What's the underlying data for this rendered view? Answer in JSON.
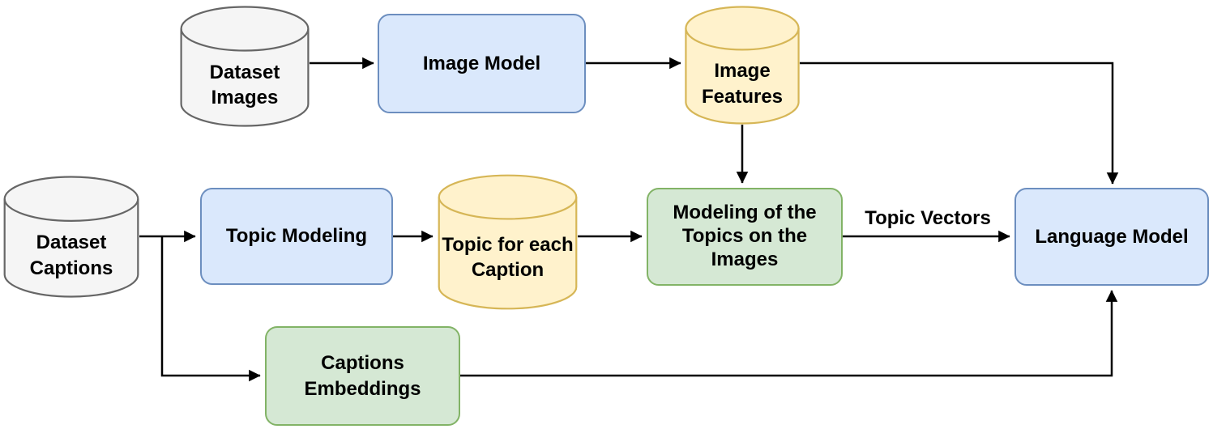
{
  "diagram": {
    "background": "#ffffff",
    "palette": {
      "background": "#ffffff",
      "gray_fill": "#f5f5f5",
      "gray_stroke": "#666666",
      "blue_fill": "#dae8fc",
      "blue_stroke": "#6c8ebf",
      "yellow_fill": "#fff2cc",
      "yellow_stroke": "#d6b656",
      "green_fill": "#d5e8d4",
      "green_stroke": "#82b366",
      "line_color": "#000000",
      "text_color": "#000000"
    },
    "nodes": {
      "dataset_images": {
        "shape": "cylinder",
        "color": "gray",
        "line1": "Dataset",
        "line2": "Images"
      },
      "image_model": {
        "shape": "rounded-rect",
        "color": "blue",
        "line1": "Image Model"
      },
      "image_features": {
        "shape": "cylinder",
        "color": "yellow",
        "line1": "Image",
        "line2": "Features"
      },
      "dataset_captions": {
        "shape": "cylinder",
        "color": "gray",
        "line1": "Dataset",
        "line2": "Captions"
      },
      "topic_modeling": {
        "shape": "rounded-rect",
        "color": "blue",
        "line1": "Topic Modeling"
      },
      "topic_for_each_caption": {
        "shape": "cylinder",
        "color": "yellow",
        "line1": "Topic for each",
        "line2": "Caption"
      },
      "modeling_of_topics": {
        "shape": "rounded-rect",
        "color": "green",
        "line1": "Modeling of the",
        "line2": "Topics on the",
        "line3": "Images"
      },
      "language_model": {
        "shape": "rounded-rect",
        "color": "blue",
        "line1": "Language Model"
      },
      "captions_embeddings": {
        "shape": "rounded-rect",
        "color": "green",
        "line1": "Captions",
        "line2": "Embeddings"
      }
    },
    "edge_labels": {
      "topic_vectors": "Topic Vectors"
    }
  }
}
